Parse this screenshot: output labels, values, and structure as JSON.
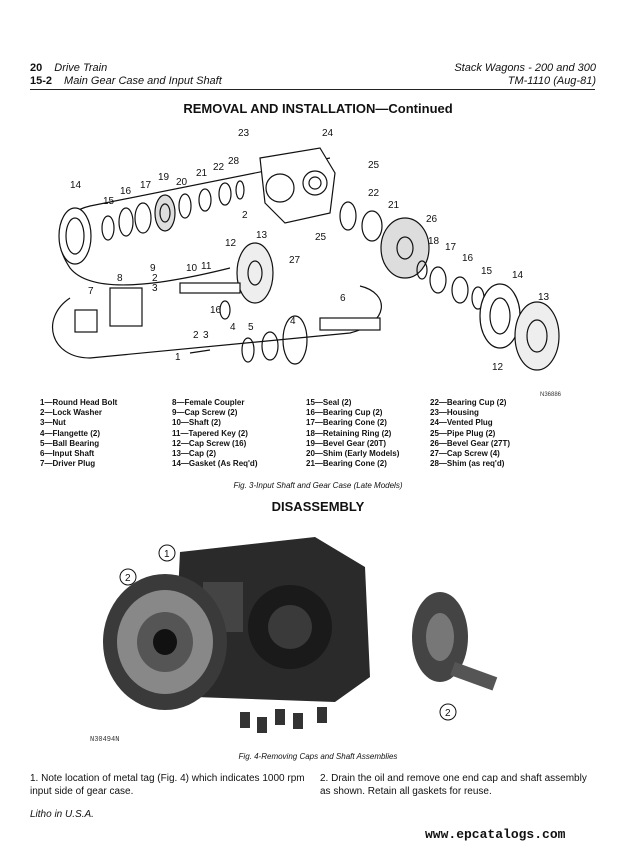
{
  "header": {
    "left_row1_num": "20",
    "left_row1_text": "Drive Train",
    "left_row2_num": "15-2",
    "left_row2_text": "Main Gear Case and Input Shaft",
    "right_row1": "Stack Wagons - 200 and 300",
    "right_row2": "TM-1110   (Aug-81)"
  },
  "section_title": "REMOVAL AND INSTALLATION—Continued",
  "diagram_code": "N36886",
  "parts_legend": {
    "col1": [
      "1—Round Head Bolt",
      "2—Lock Washer",
      "3—Nut",
      "4—Flangette (2)",
      "5—Ball Bearing",
      "6—Input Shaft",
      "7—Driver Plug"
    ],
    "col2": [
      "8—Female Coupler",
      "9—Cap Screw (2)",
      "10—Shaft (2)",
      "11—Tapered Key (2)",
      "12—Cap Screw (16)",
      "13—Cap (2)",
      "14—Gasket (As Req'd)"
    ],
    "col3": [
      "15—Seal (2)",
      "16—Bearing Cup (2)",
      "17—Bearing Cone (2)",
      "18—Retaining Ring (2)",
      "19—Bevel Gear (20T)",
      "20—Shim (Early Models)",
      "21—Bearing Cone (2)"
    ],
    "col4": [
      "22—Bearing Cup (2)",
      "23—Housing",
      "24—Vented Plug",
      "25—Pipe Plug (2)",
      "26—Bevel Gear (27T)",
      "27—Cap Screw (4)",
      "28—Shim (as req'd)"
    ]
  },
  "fig3_caption": "Fig. 3-Input Shaft and Gear Case (Late Models)",
  "disassembly_title": "DISASSEMBLY",
  "photo_code": "N30494N",
  "photo_callouts": [
    "1",
    "2",
    "2"
  ],
  "fig4_caption": "Fig. 4-Removing Caps and Shaft Assemblies",
  "step1": "1.  Note location of metal tag (Fig. 4) which indicates 1000 rpm input side of gear case.",
  "step2": "2.  Drain the oil and remove one end cap and shaft assembly as shown. Retain all gaskets for reuse.",
  "footer": "Litho in U.S.A.",
  "watermark": "www.epcatalogs.com"
}
